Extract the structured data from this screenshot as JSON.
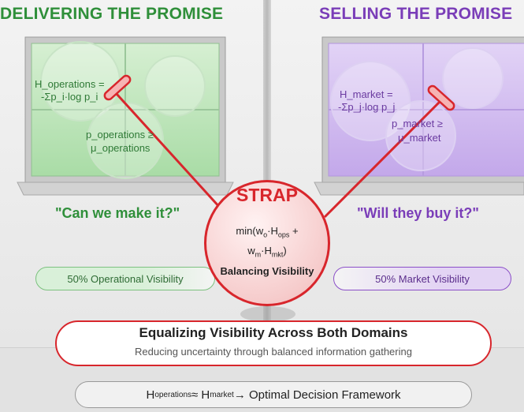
{
  "left": {
    "heading": "DELIVERING THE PROMISE",
    "entropy_line1": "H_operations =",
    "entropy_line2": "-Σp_i·log p_i",
    "constraint_line1": "p_operations ≥",
    "constraint_line2": "μ_operations",
    "question": "\"Can we make it?\"",
    "visibility_label": "50% Operational Visibility"
  },
  "right": {
    "heading": "SELLING THE PROMISE",
    "entropy_line1": "H_market =",
    "entropy_line2": "-Σp_j·log p_j",
    "constraint_line1": "p_market ≥",
    "constraint_line2": "μ_market",
    "question": "\"Will they buy it?\"",
    "visibility_label": "50% Market Visibility"
  },
  "strap": {
    "title": "STRAP",
    "formula_prefix": "min(w",
    "w_ops_sub": "o",
    "h_ops_letter": "·H",
    "h_ops_sub": "ops",
    "plus": " +",
    "w_mkt_letter": "w",
    "w_mkt_sub": "m",
    "h_mkt_letter": "·H",
    "h_mkt_sub": "mkt",
    "close": ")",
    "subtitle": "Balancing Visibility"
  },
  "summary": {
    "title": "Equalizing Visibility Across Both Domains",
    "subtitle": "Reducing uncertainty through balanced information gathering"
  },
  "framework": {
    "h1": "H",
    "h1_sup": "operations",
    "approx": " ≈ H",
    "h2_sup": "market",
    "tail": " → Optimal Decision Framework"
  },
  "colors": {
    "green": "#2f8f3a",
    "purple": "#7a3db8",
    "red": "#d8262c"
  }
}
